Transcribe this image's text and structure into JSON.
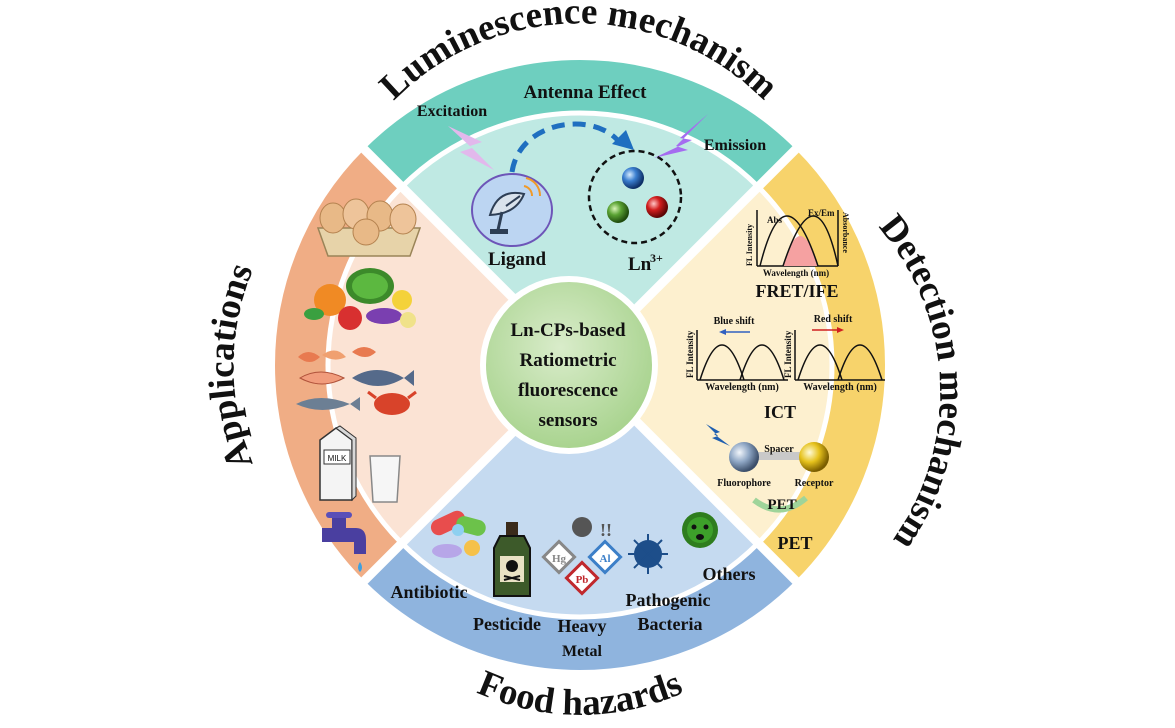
{
  "center": {
    "lines": [
      "Ln-CPs-based",
      "Ratiometric",
      "fluorescence",
      "sensors"
    ]
  },
  "sections": {
    "luminescence": {
      "title": "Luminescence mechanism",
      "antenna_label": "Antenna Effect",
      "excitation_label": "Excitation",
      "emission_label": "Emission",
      "ligand_label": "Ligand",
      "ln_label": "Ln",
      "ln_superscript": "3+"
    },
    "detection": {
      "title": "Detection mechanism",
      "fret_label": "FRET/IFE",
      "fret_abs": "Abs",
      "fret_exem": "Ex/Em",
      "fret_y_left": "FL Intensity",
      "fret_y_right": "Absorbance",
      "fret_x": "Wavelength (nm)",
      "ict_label": "ICT",
      "blue_shift": "Blue shift",
      "red_shift": "Red shift",
      "ict_y": "FL Intensity",
      "ict_x": "Wavelength (nm)",
      "spacer": "Spacer",
      "fluorophore": "Fluorophore",
      "receptor": "Receptor",
      "pet_inner": "PET",
      "pet_label": "PET"
    },
    "food_hazards": {
      "title": "Food hazards",
      "antibiotic": "Antibiotic",
      "pesticide": "Pesticide",
      "heavy": "Heavy",
      "metal": "Metal",
      "pathogenic": "Pathogenic",
      "bacteria": "Bacteria",
      "others": "Others",
      "hg": "Hg",
      "al": "Al",
      "pb": "Pb"
    },
    "applications": {
      "title": "Applications",
      "milk_text": "MILK"
    }
  },
  "colors": {
    "luminescence_ring": "#6ecfbf",
    "luminescence_fill": "#bfe9e3",
    "detection_ring": "#f7d36b",
    "detection_fill": "#fdf0cf",
    "food_ring": "#8fb4de",
    "food_fill": "#c5daf0",
    "applications_ring": "#f0ad85",
    "applications_fill": "#fbe3d4",
    "center_fill": "#b9dca6"
  }
}
